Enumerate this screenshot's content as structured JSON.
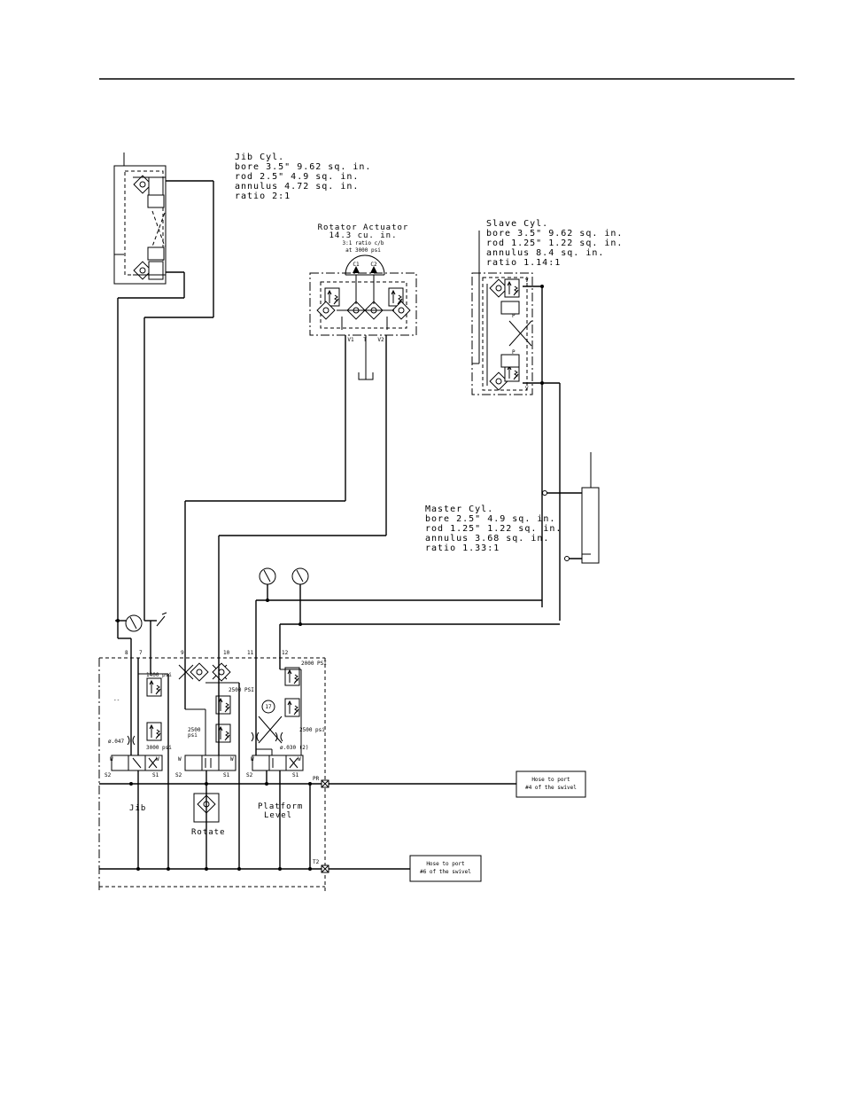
{
  "jib_cyl": {
    "title": "Jib Cyl.",
    "lines": [
      "bore  3.5\"  9.62 sq. in.",
      "rod  2.5\"  4.9 sq. in.",
      "annulus   4.72 sq. in.",
      "ratio 2:1"
    ]
  },
  "rotator": {
    "title": "Rotator Actuator",
    "lines": [
      "14.3 cu. in.",
      "3:1 ratio c/b",
      "at 3000 psi"
    ],
    "ports": {
      "c1": "C1",
      "c2": "C2",
      "v1": "V1",
      "t": "T",
      "v2": "V2"
    }
  },
  "slave_cyl": {
    "title": "Slave Cyl.",
    "lines": [
      "bore  3.5\"   9.62 sq. in.",
      "rod  1.25\"   1.22 sq. in.",
      "annulus      8.4 sq. in.",
      "ratio 1.14:1"
    ],
    "ports": {
      "v_top": "V",
      "p_top": "P",
      "p_bot": "P",
      "v_bot": "V"
    }
  },
  "master_cyl": {
    "title": "Master Cyl.",
    "lines": [
      "bore  2.5\" 4.9 sq. in.",
      "rod  1.25\" 1.22 sq. in.",
      "annulus    3.68 sq. in.",
      "ratio 1.33:1"
    ]
  },
  "valve_block": {
    "port_numbers": [
      "8",
      "7",
      "9",
      "10",
      "11",
      "12"
    ],
    "pressures": {
      "p1400": "1400 psi",
      "p3000": "3000 psi",
      "p2500a": "2500 PSI",
      "p2500b": "2500",
      "psi": "psi",
      "p2000": "2000 PSI",
      "p2500c": "2500 psi"
    },
    "orifices": {
      "o047": "ø.047",
      "o030": "ø.030 (2)"
    },
    "dash_mark": "--",
    "meter_label": "17",
    "solenoids": {
      "w": "W",
      "s1": "S1",
      "s2": "S2"
    },
    "sections": {
      "jib": "Jib",
      "rotate": "Rotate",
      "platform": "Platform",
      "level": "Level"
    },
    "ports": {
      "pr": "PR",
      "t2": "T2"
    }
  },
  "hose_pr": {
    "line1": "Hose to port",
    "line2": "#4 of the swivel"
  },
  "hose_t2": {
    "line1": "Hose to port",
    "line2": "#6 of the swivel"
  }
}
